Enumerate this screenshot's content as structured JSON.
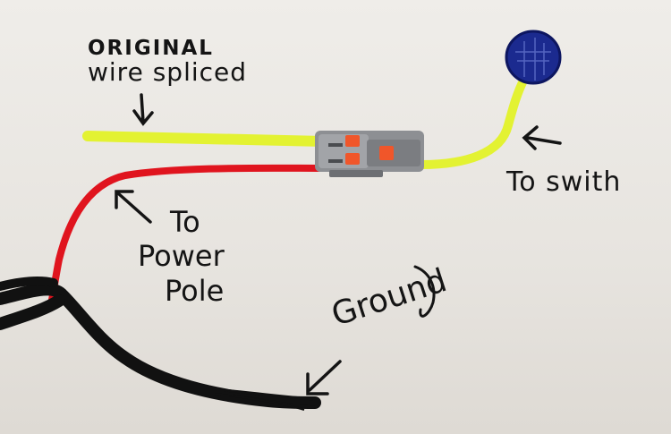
{
  "labels": {
    "original_wire_line1": "ORIGINAL",
    "original_wire_line2": "wire spliced",
    "to_switch": "To swith",
    "to_power_pole_line1": "To",
    "to_power_pole_line2": "Power",
    "to_power_pole_line3": "Pole",
    "ground": "Ground"
  },
  "colors": {
    "background": "#e9e6e1",
    "yellow_wire": "#e3f232",
    "red_wire": "#e0141e",
    "ground_wire": "#111111",
    "switch_dot": "#1b2a8f",
    "connector_body": "#8d8f93",
    "connector_levers": "#f0562a",
    "ink": "#141414"
  }
}
